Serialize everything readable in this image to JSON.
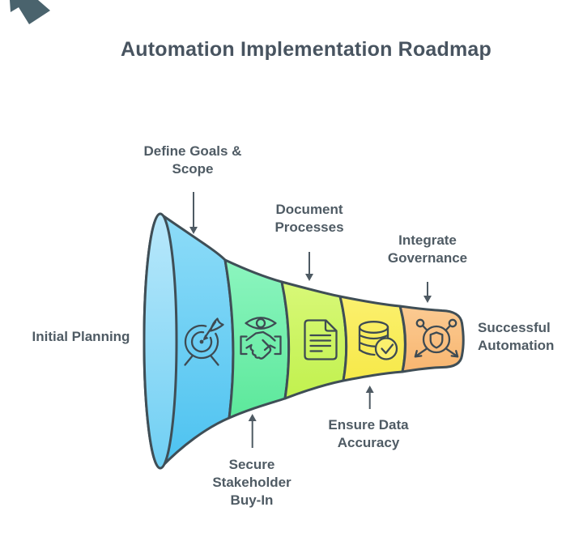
{
  "title": {
    "text": "Automation Implementation Roadmap",
    "color": "#485460"
  },
  "theme": {
    "background": "#FFFFFF",
    "outline": "#3F4E56",
    "label_text": "#4F5B64",
    "arrow": "#4E5A63",
    "corner_mark": "#4A636D"
  },
  "funnel": {
    "type": "horizontal-funnel",
    "start_label": "Initial Planning",
    "end_label": [
      "Successful",
      "Automation"
    ],
    "mouth": {
      "top": "#B9E8FB",
      "bottom": "#6FCFF3"
    },
    "stages": [
      {
        "id": "define-goals-scope",
        "callout": [
          "Define Goals &",
          "Scope"
        ],
        "callout_position": "top",
        "icon": "target-arrow-icon",
        "color_top": "#8EDCF8",
        "color_bottom": "#4CC2F0"
      },
      {
        "id": "secure-stakeholder-buy-in",
        "callout": [
          "Secure",
          "Stakeholder",
          "Buy-In"
        ],
        "callout_position": "bottom",
        "icon": "eye-handshake-icon",
        "color_top": "#8CF5BF",
        "color_bottom": "#5CE89B"
      },
      {
        "id": "document-processes",
        "callout": [
          "Document",
          "Processes"
        ],
        "callout_position": "top",
        "icon": "document-icon",
        "color_top": "#D8F878",
        "color_bottom": "#C1F14E"
      },
      {
        "id": "ensure-data-accuracy",
        "callout": [
          "Ensure Data",
          "Accuracy"
        ],
        "callout_position": "bottom",
        "icon": "database-check-icon",
        "color_top": "#FBF06E",
        "color_bottom": "#F6E949"
      },
      {
        "id": "integrate-governance",
        "callout": [
          "Integrate",
          "Governance"
        ],
        "callout_position": "top",
        "icon": "shield-network-icon",
        "color_top": "#FBCA92",
        "color_bottom": "#F8B670"
      }
    ]
  }
}
